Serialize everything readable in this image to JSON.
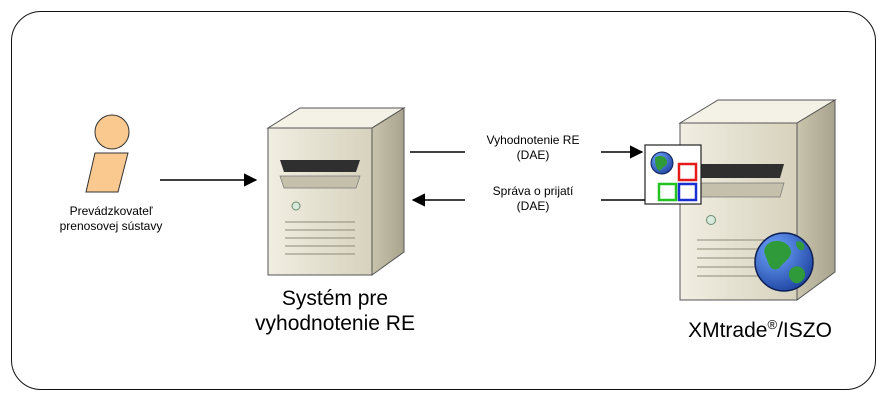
{
  "actor": {
    "line1": "Prevádzkovateľ",
    "line2": "prenosovej sústavy"
  },
  "server_left": {
    "line1": "Systém pre",
    "line2": "vyhodnotenie RE"
  },
  "server_right": {
    "name": "XMtrade",
    "reg": "®",
    "suffix": "/ISZO"
  },
  "arrow_top": {
    "line1": "Vyhodnotenie RE",
    "line2": "(DAE)"
  },
  "arrow_bottom": {
    "line1": "Správa o prijatí",
    "line2": "(DAE)"
  },
  "colors": {
    "actor_fill": "#f9c98f",
    "server_body": "#e4e0cf",
    "server_shadow": "#b9b4a1",
    "globe_blue": "#2c63c4",
    "globe_green": "#2e9a3a",
    "doc_red": "#e31a1a",
    "doc_green": "#22c322",
    "doc_blue": "#1a2fd0"
  }
}
